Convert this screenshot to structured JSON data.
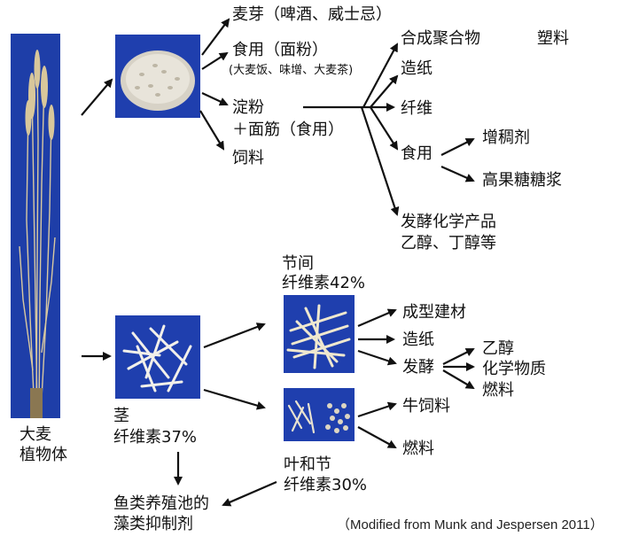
{
  "plant": {
    "label_line1": "大麦",
    "label_line2": "植物体"
  },
  "grain": {
    "malt": "麦芽（啤酒、威士忌）",
    "food": "食用（面粉）",
    "food_detail": "(大麦饭、味增、大麦茶)",
    "starch_line1": "淀粉",
    "starch_line2": "＋面筋（食用）",
    "feed": "饲料",
    "starch_uses": {
      "polymer": "合成聚合物",
      "plastic": "塑料",
      "paper": "造纸",
      "fiber": "纤维",
      "food": "食用",
      "thickener": "增稠剂",
      "hfcs": "高果糖糖浆",
      "ferment_line1": "发酵化学产品",
      "ferment_line2": "乙醇、丁醇等"
    }
  },
  "stem": {
    "label_line1": "茎",
    "label_line2": "纤维素37%",
    "internode_line1": "节间",
    "internode_line2": "纤维素42%",
    "internode_uses": {
      "board": "成型建材",
      "paper": "造纸",
      "ferment": "发酵",
      "ethanol": "乙醇",
      "chemicals": "化学物质",
      "fuel": "燃料"
    },
    "leaf_line1": "叶和节",
    "leaf_line2": "纤维素30%",
    "leaf_uses": {
      "cattle_feed": "牛饲料",
      "fuel": "燃料"
    },
    "algae_line1": "鱼类养殖池的",
    "algae_line2": "藻类抑制剂"
  },
  "credit": "（Modified from Munk and Jespersen 2011）",
  "colors": {
    "photo_bg": "#1f3fae",
    "plant_bg": "#1e3ea8",
    "arrow": "#111111"
  }
}
